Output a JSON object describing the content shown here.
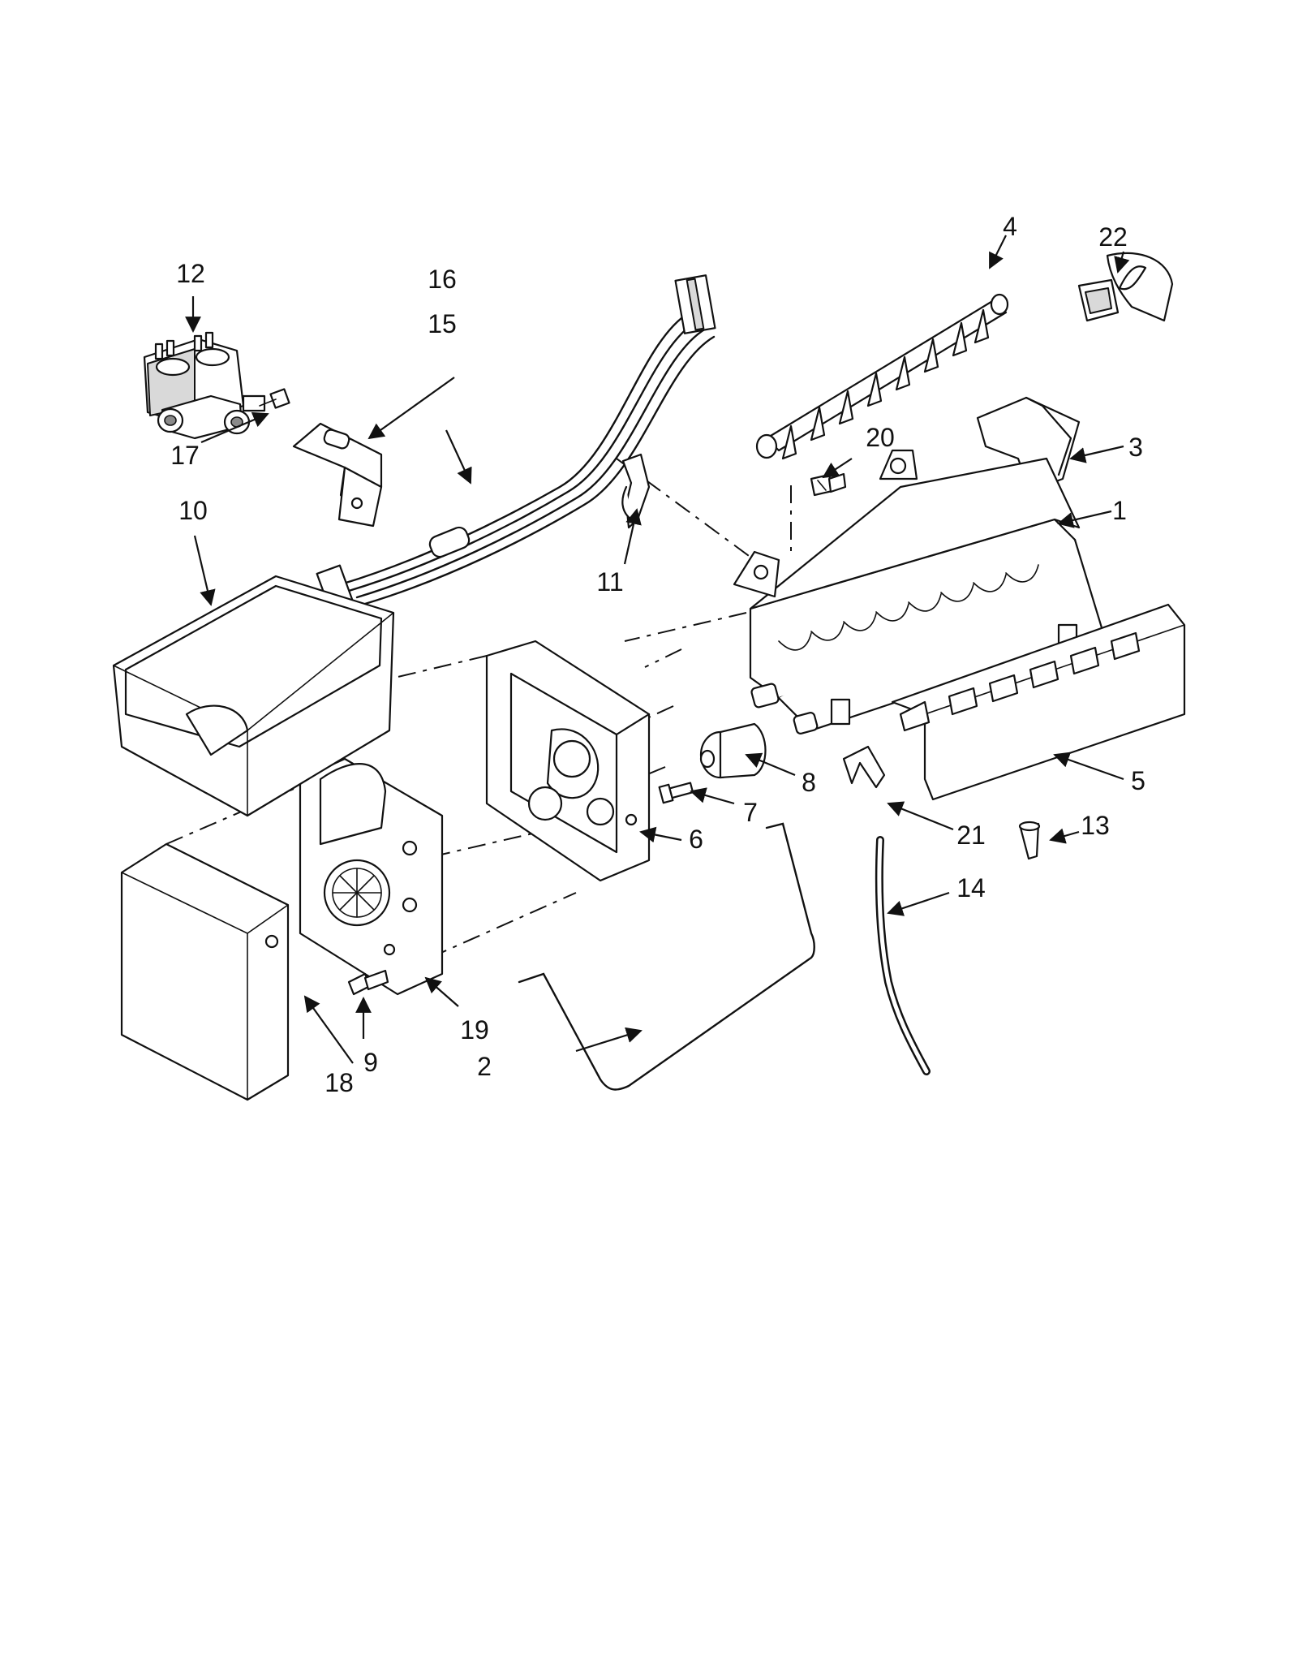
{
  "colors": {
    "line": "#111111",
    "fill": "#ffffff",
    "shade": "#d9d9d9",
    "dark": "#8a8a8a"
  },
  "callouts": [
    {
      "id": "1",
      "label": "1"
    },
    {
      "id": "2",
      "label": "2"
    },
    {
      "id": "3",
      "label": "3"
    },
    {
      "id": "4",
      "label": "4"
    },
    {
      "id": "5",
      "label": "5"
    },
    {
      "id": "6",
      "label": "6"
    },
    {
      "id": "7",
      "label": "7"
    },
    {
      "id": "8",
      "label": "8"
    },
    {
      "id": "9",
      "label": "9"
    },
    {
      "id": "10",
      "label": "10"
    },
    {
      "id": "11",
      "label": "11"
    },
    {
      "id": "12",
      "label": "12"
    },
    {
      "id": "13",
      "label": "13"
    },
    {
      "id": "14",
      "label": "14"
    },
    {
      "id": "15",
      "label": "15"
    },
    {
      "id": "16",
      "label": "16"
    },
    {
      "id": "17",
      "label": "17"
    },
    {
      "id": "18",
      "label": "18"
    },
    {
      "id": "19",
      "label": "19"
    },
    {
      "id": "20",
      "label": "20"
    },
    {
      "id": "21",
      "label": "21"
    },
    {
      "id": "22",
      "label": "22"
    }
  ]
}
